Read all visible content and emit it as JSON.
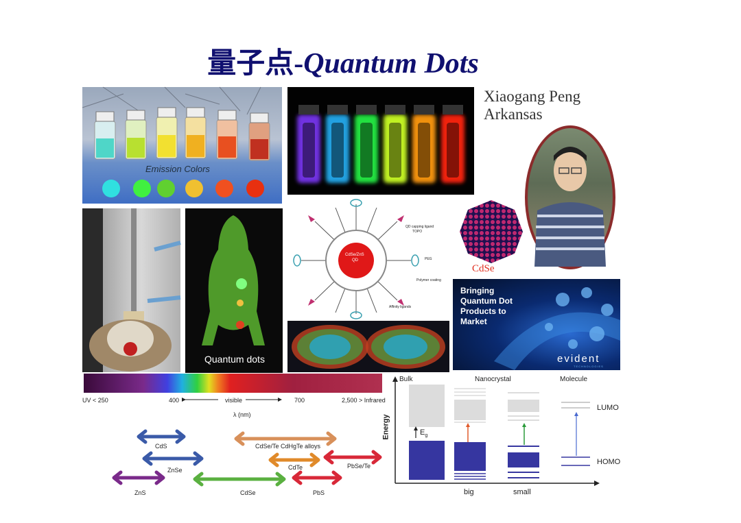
{
  "slide": {
    "title_cn": "量子点",
    "title_sep": "-",
    "title_en": "Quantum Dots"
  },
  "vials_photo": {
    "caption": "Emission Colors"
  },
  "person": {
    "name": "Xiaogang Peng",
    "affiliation": "Arkansas"
  },
  "nanoparticle_diagram": {
    "core_label_1": "CdSe/ZnS",
    "core_label_2": "QD",
    "capping": "QD capping ligand",
    "capping_2": "TOPO",
    "peg": "PEG",
    "polymer": "Polymer coating",
    "affinity": "Affinity ligands"
  },
  "crystal": {
    "label": "CdSe"
  },
  "mouse_photo": {
    "caption": "Quantum dots"
  },
  "evident_ad": {
    "lines": [
      "Bringing",
      "Quantum Dot",
      "Products to",
      "Market"
    ],
    "brand": "evident",
    "brand_sub": "TECHNOLOGIES"
  },
  "spectrum": {
    "uv": "UV < 250",
    "t400": "400",
    "visible": "visible",
    "t700": "700",
    "ir": "2,500 > Infrared",
    "unit": "λ (nm)",
    "materials": [
      "CdS",
      "CdSe/Te CdHgTe alloys",
      "ZnSe",
      "CdTe",
      "PbSe/Te",
      "ZnS",
      "CdSe",
      "PbS"
    ]
  },
  "energy_diagram": {
    "bulk": "Bulk",
    "nanocrystal": "Nanocrystal",
    "molecule": "Molecule",
    "energy": "Energy",
    "eg": "E",
    "eg_sub": "g",
    "lumo": "LUMO",
    "homo": "HOMO",
    "big": "big",
    "small": "small"
  }
}
